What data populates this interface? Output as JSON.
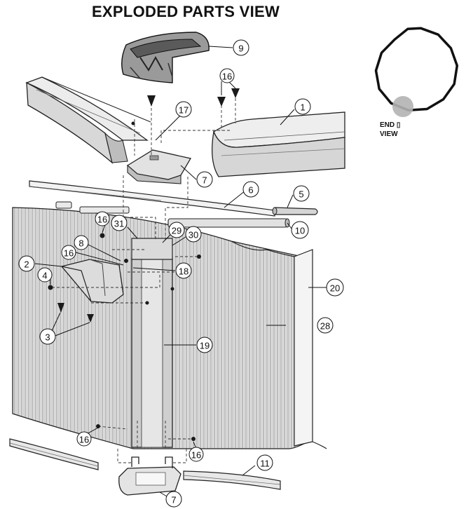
{
  "title": "EXPLODED PARTS VIEW",
  "end_view": {
    "line1": "END ▯",
    "line2": "VIEW"
  },
  "callouts": {
    "c1": "1",
    "c2": "2",
    "c3": "3",
    "c4": "4",
    "c5": "5",
    "c6": "6",
    "c7a": "7",
    "c7b": "7",
    "c8": "8",
    "c9": "9",
    "c10": "10",
    "c11": "11",
    "c16a": "16",
    "c16b": "16",
    "c16c": "16",
    "c16d": "16",
    "c16e": "16",
    "c17": "17",
    "c18": "18",
    "c19": "19",
    "c20": "20",
    "c28": "28",
    "c29": "29",
    "c30": "30",
    "c31": "31"
  },
  "colors": {
    "line": "#111111",
    "accent_gray": "#b3b3b3",
    "wall_fill": "#d9d9d9",
    "post_fill": "#c9c9c9"
  }
}
